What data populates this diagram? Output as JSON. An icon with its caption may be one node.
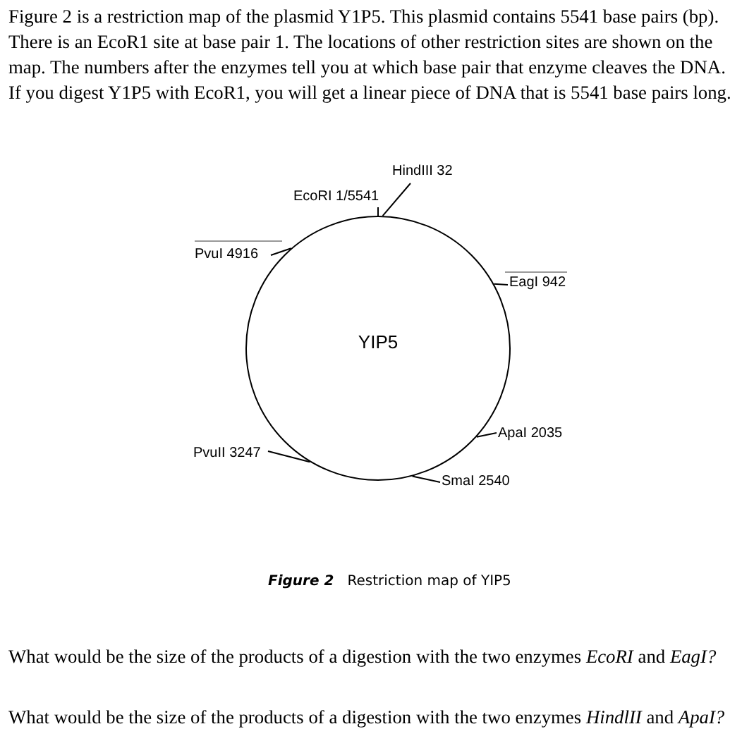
{
  "diagram": {
    "caption": "**Figure 2**   Restriction map of YIP5",
    "nodes": [
      {
        "text": [
          "YIP5"
        ]
      },
      {
        "text": [
          "HindIII 32"
        ]
      },
      {
        "text": [
          "EcoRI 1/5541"
        ]
      },
      {
        "text": [
          "PvuI 4916"
        ]
      },
      {
        "text": [
          "EagI 942"
        ]
      },
      {
        "text": [
          "ApaI 2035"
        ]
      },
      {
        "text": [
          "PvuII 3247"
        ]
      },
      {
        "text": [
          "SmaI 2540"
        ]
      }
    ],
    "edges": [
      {
        "from": 1,
        "to": 0,
        "arrow": "none"
      },
      {
        "from": 2,
        "to": 0,
        "arrow": "none"
      },
      {
        "from": 3,
        "to": 0,
        "arrow": "none"
      },
      {
        "from": 4,
        "to": 0,
        "arrow": "none"
      },
      {
        "from": 5,
        "to": 0,
        "arrow": "none"
      },
      {
        "from": 6,
        "to": 0,
        "arrow": "none"
      },
      {
        "from": 7,
        "to": 0,
        "arrow": "none"
      }
    ],
    "labels": [
      "Figure 2 is a restriction map of the plasmid Y1P5.  This plasmid contains 5541 base pairs (bp). There is an EcoR1 site at base pair 1.  The locations of other restriction sites are shown on the map.  The numbers after the enzymes tell you at which base pair that enzyme cleaves the DNA. If you digest Y1P5 with EcoR1, you will get a linear piece of DNA that is 5541 base pairs long.",
      "What would be the size of the products of a digestion with the two enzymes *EcoRI* and *EagI?*",
      "What would be the size of the products of a digestion with the two enzymes *HindlII* and *ApaI?*"
    ]
  }
}
